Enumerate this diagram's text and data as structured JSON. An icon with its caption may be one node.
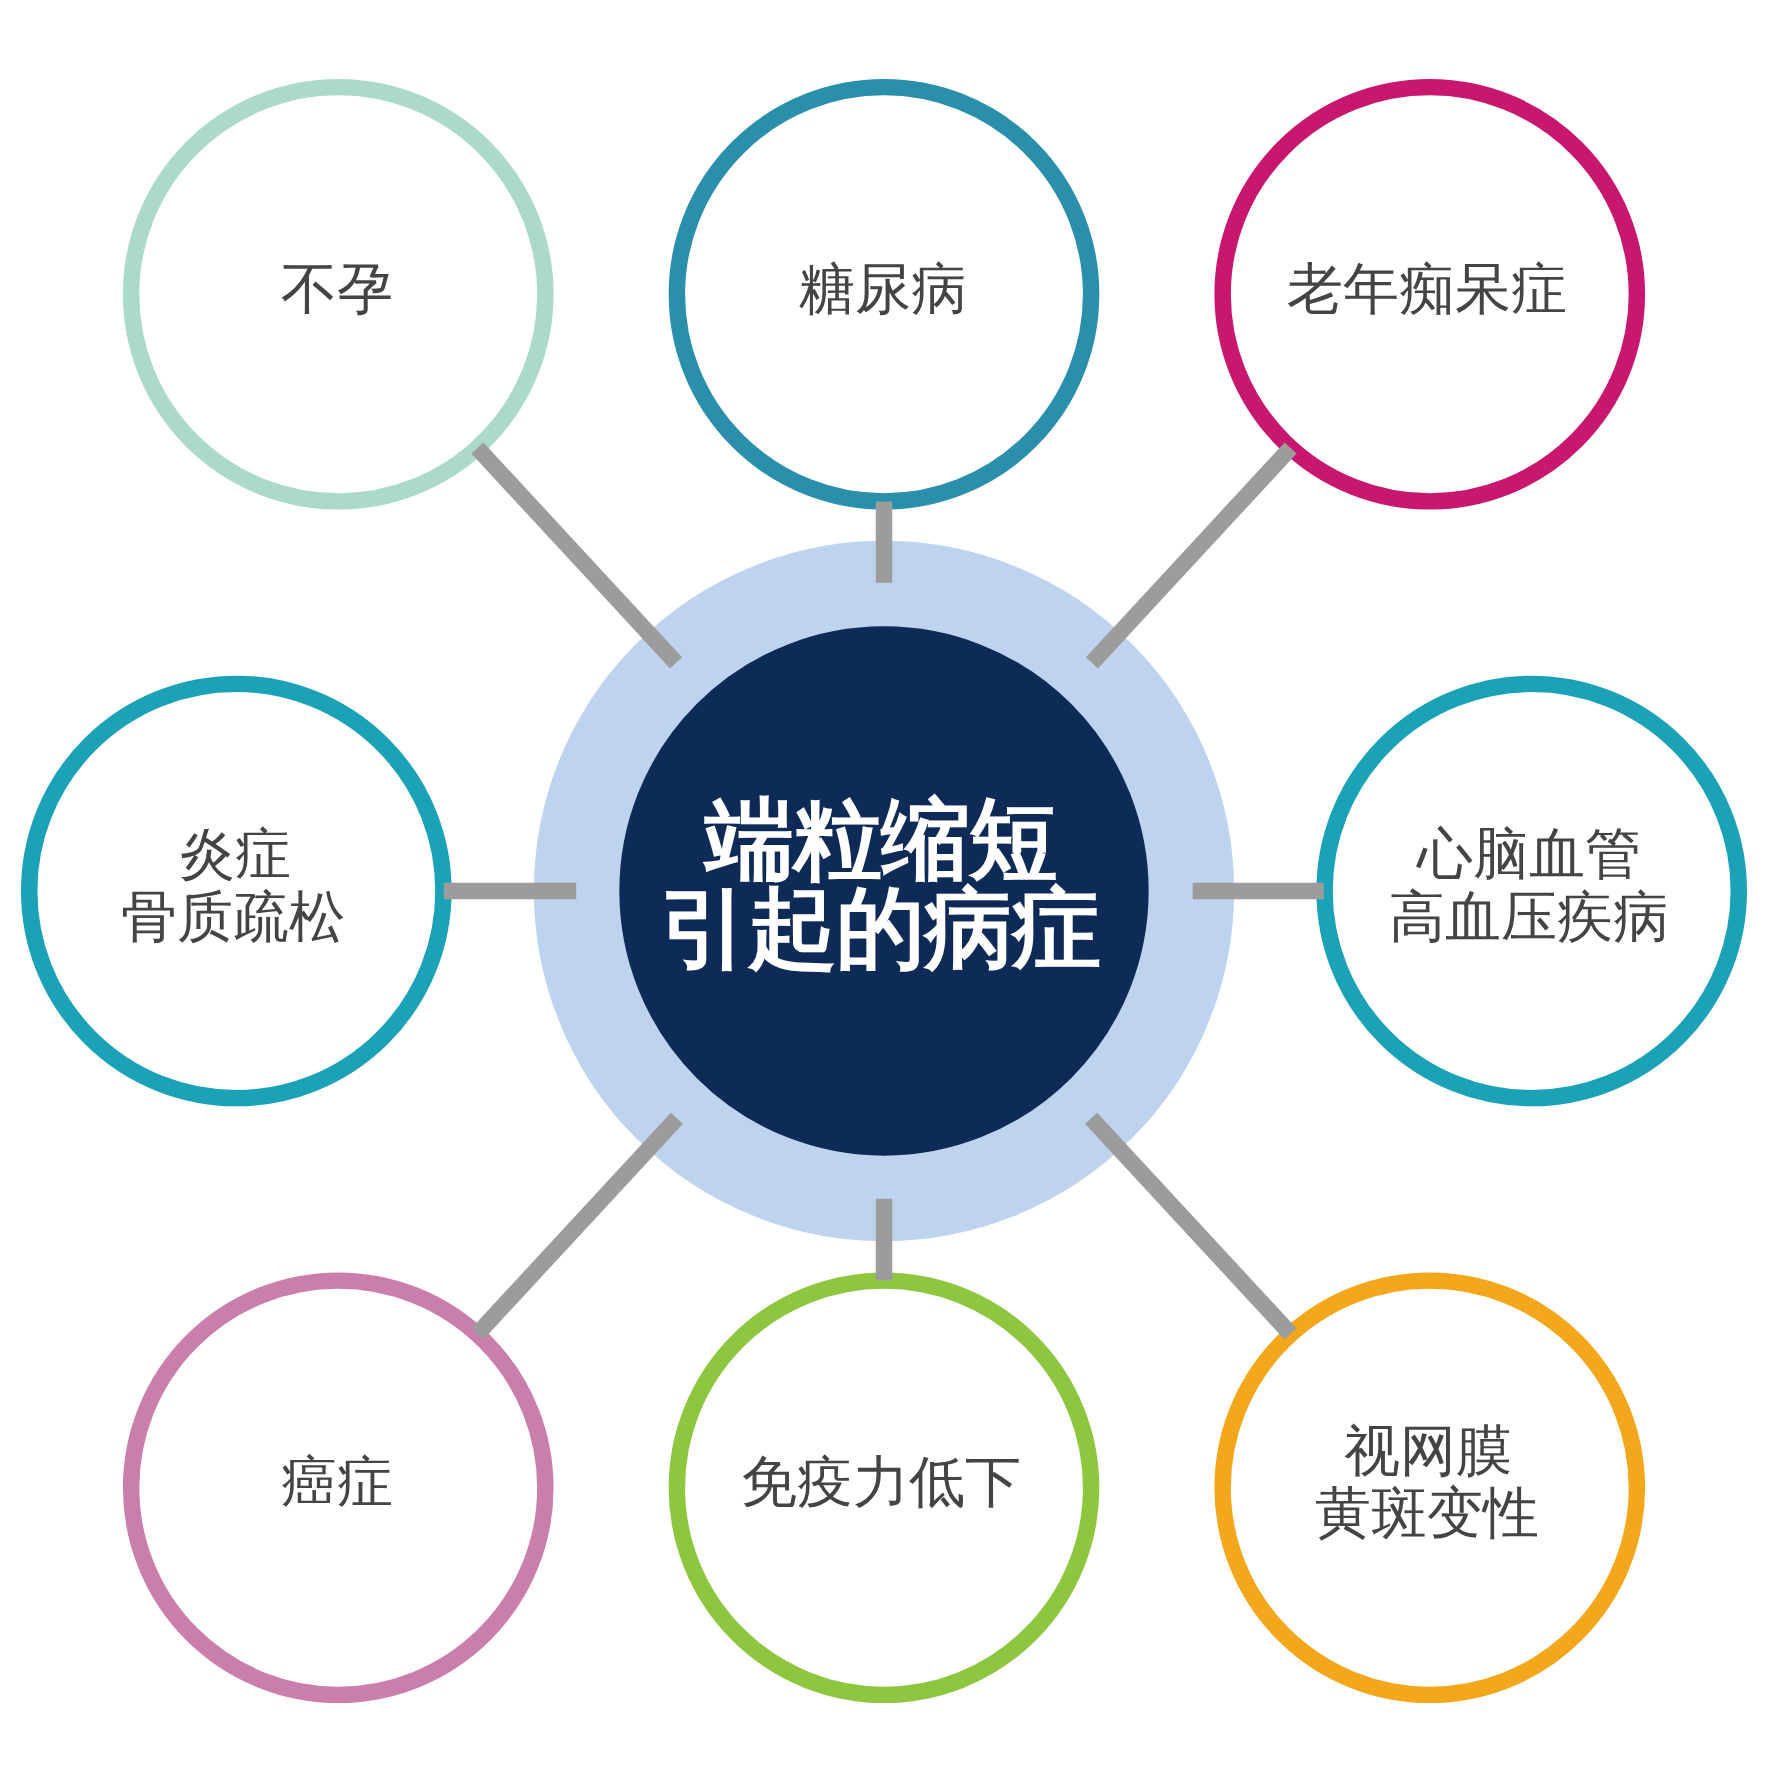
{
  "diagram": {
    "nodes": [
      {
        "text": [
          "糖尿病"
        ]
      },
      {
        "text": [
          "不孕"
        ]
      },
      {
        "text": [
          "老年痴呆症"
        ]
      },
      {
        "text": [
          "炎症",
          "骨质疏松"
        ]
      },
      {
        "text": [
          "端粒缩短引起的病症"
        ]
      },
      {
        "text": [
          "心脑血管高血压疾病"
        ]
      },
      {
        "text": [
          "癌症"
        ]
      },
      {
        "text": [
          "视网膜黄斑变性"
        ]
      },
      {
        "text": [
          "免疫力低下"
        ]
      }
    ],
    "edges": [
      {
        "from": 4,
        "to": 0,
        "arrow": "none"
      },
      {
        "from": 4,
        "to": 2,
        "arrow": "none"
      },
      {
        "from": 4,
        "to": 5,
        "arrow": "none"
      },
      {
        "from": 4,
        "to": 7,
        "arrow": "none"
      },
      {
        "from": 4,
        "to": 8,
        "arrow": "none"
      },
      {
        "from": 4,
        "to": 6,
        "arrow": "none"
      },
      {
        "from": 4,
        "to": 3,
        "arrow": "none"
      },
      {
        "from": 4,
        "to": 1,
        "arrow": "none"
      }
    ]
  }
}
